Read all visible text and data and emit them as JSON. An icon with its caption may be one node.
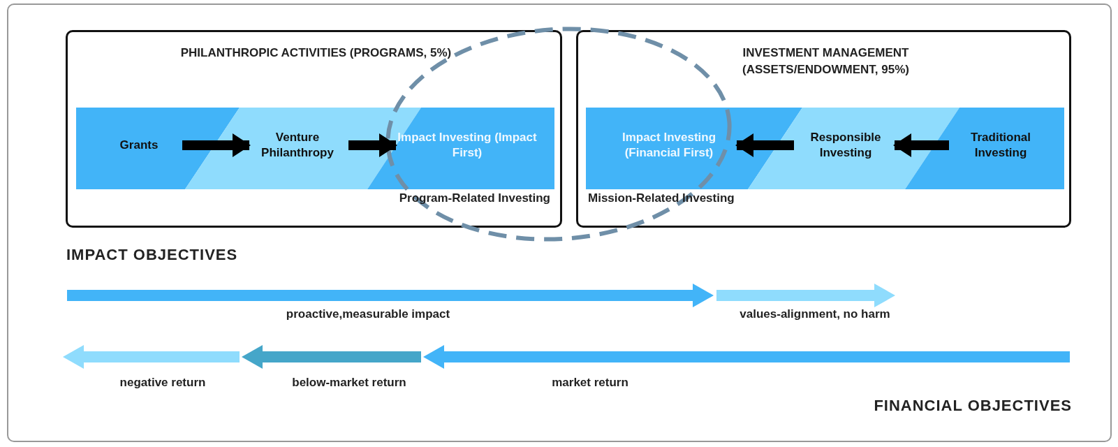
{
  "diagram": {
    "nodes": [
      {
        "text": [
          "PHILANTHROPIC ACTIVITIES (PROGRAMS, 5%)",
          "Program-Related Investing"
        ]
      },
      {
        "text": [
          "Grants"
        ],
        "in": 0
      },
      {
        "text": [
          "Venture Philanthropy"
        ],
        "in": 0
      },
      {
        "text": [
          "Impact Investing (Impact First)"
        ],
        "in": 0
      },
      {
        "text": [
          "INVESTMENT MANAGEMENT (ASSETS/ENDOWMENT, 95%)",
          "Mission-Related Investing"
        ]
      },
      {
        "text": [
          "Impact Investing (Financial First)"
        ],
        "in": 4
      },
      {
        "text": [
          "Responsible Investing"
        ],
        "in": 4
      },
      {
        "text": [
          "Traditional Investing"
        ],
        "in": 4
      }
    ],
    "edges": [
      {
        "from": 1,
        "to": 2,
        "arrow": "to"
      },
      {
        "from": 2,
        "to": 3,
        "arrow": "to"
      },
      {
        "from": 7,
        "to": 6,
        "arrow": "to"
      },
      {
        "from": 6,
        "to": 5,
        "arrow": "to"
      }
    ],
    "labels": [
      "IMPACT OBJECTIVES",
      "proactive,measurable impact",
      "values-alignment, no harm",
      "negative return",
      "below-market return",
      "market return",
      "FINANCIAL OBJECTIVES"
    ]
  }
}
